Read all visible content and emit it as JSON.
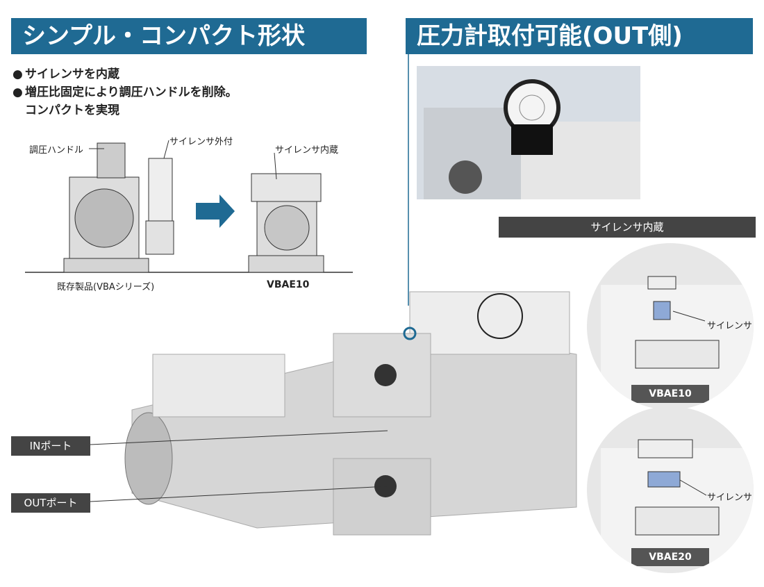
{
  "banners": {
    "left": "シンプル・コンパクト形状",
    "right": "圧力計取付可能(OUT側)"
  },
  "bullets": [
    "サイレンサを内蔵",
    "増圧比固定により調圧ハンドルを削除。",
    "コンパクトを実現"
  ],
  "left_diagram": {
    "handle_label": "調圧ハンドル",
    "external_silencer_label": "サイレンサ外付",
    "internal_silencer_label": "サイレンサ内蔵",
    "existing_caption": "既存製品(VBAシリーズ)",
    "new_caption": "VBAE10"
  },
  "main": {
    "silencer_header": "サイレンサ内蔵",
    "in_port": "INポート",
    "out_port": "OUTポート"
  },
  "details": {
    "top": {
      "silencer": "サイレンサ",
      "model": "VBAE10"
    },
    "bottom": {
      "silencer": "サイレンサ",
      "model": "VBAE20"
    }
  },
  "colors": {
    "banner": "#1f6a93",
    "label_bg": "#444444",
    "silencer_block": "#8ea9d6"
  }
}
